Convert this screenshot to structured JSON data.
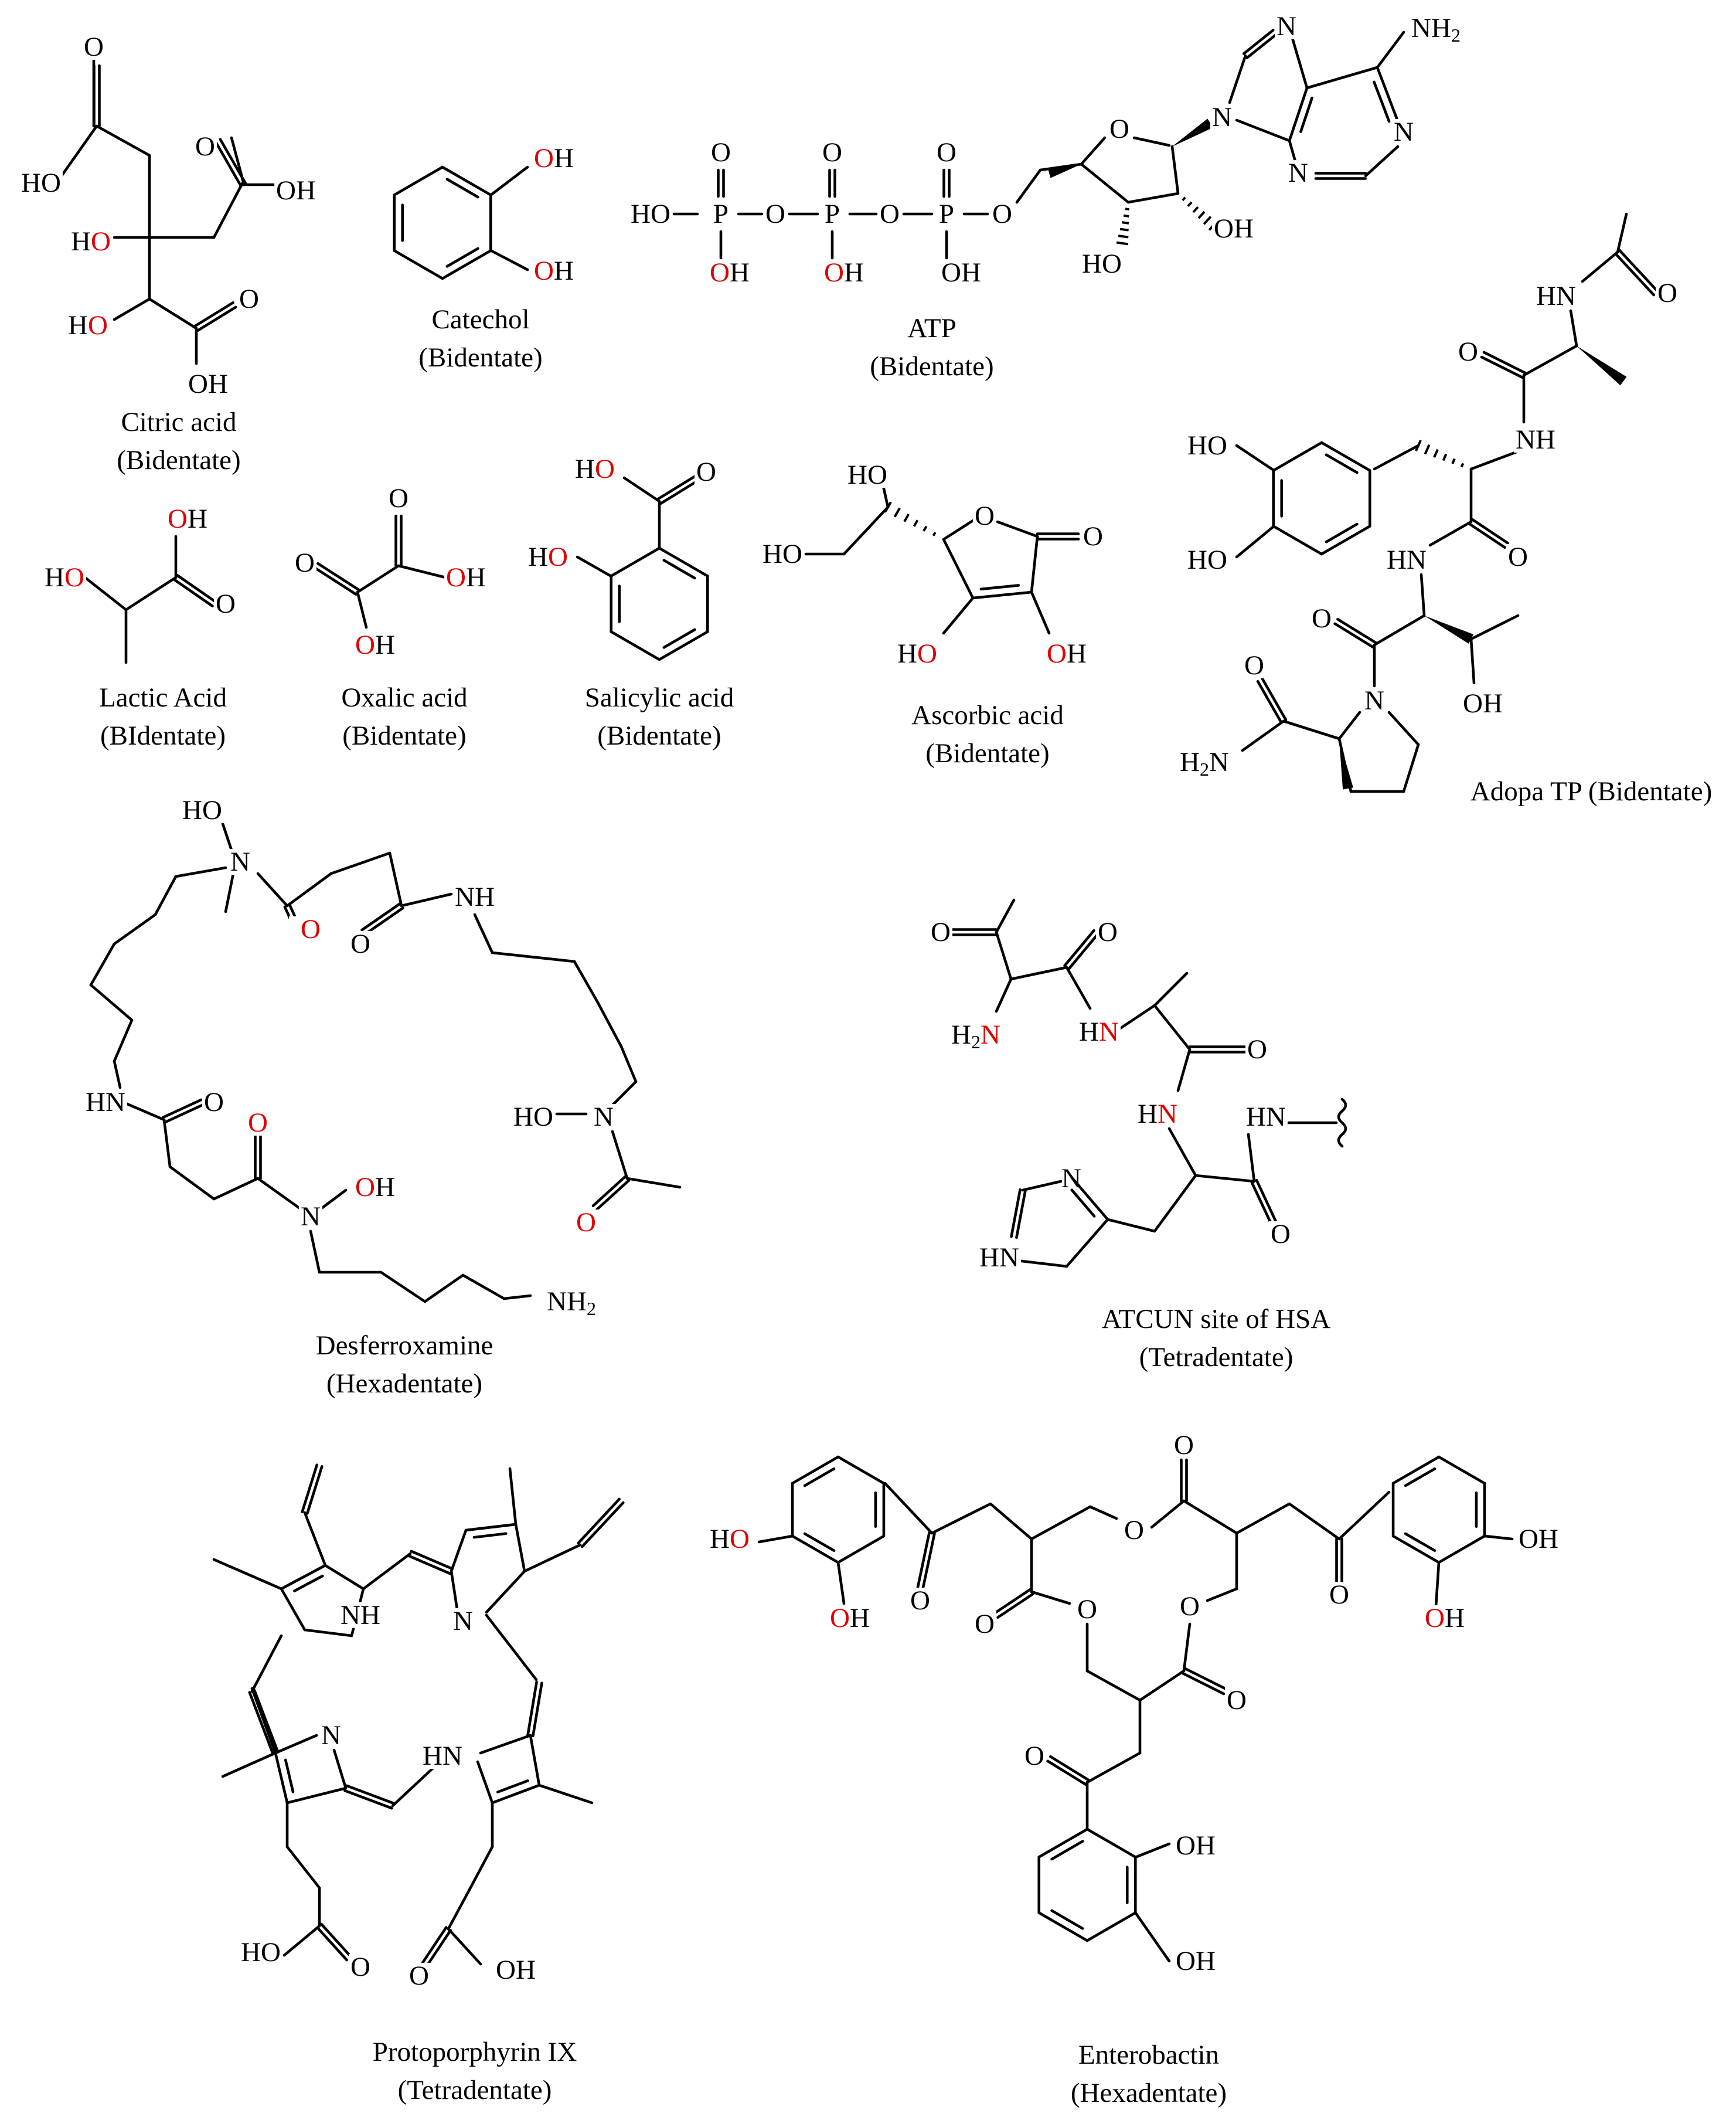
{
  "colors": {
    "bond": "#000000",
    "coordinating_atom": "#e00000",
    "background": "#ffffff"
  },
  "molecules": [
    {
      "name": "Citric acid",
      "denticity": "(Bidentate)"
    },
    {
      "name": "Catechol",
      "denticity": "(Bidentate)"
    },
    {
      "name": "ATP",
      "denticity": "(Bidentate)"
    },
    {
      "name": "Lactic Acid",
      "denticity": "(BIdentate)"
    },
    {
      "name": "Oxalic acid",
      "denticity": "(Bidentate)"
    },
    {
      "name": "Salicylic acid",
      "denticity": "(Bidentate)"
    },
    {
      "name": "Ascorbic acid",
      "denticity": "(Bidentate)"
    },
    {
      "name": "Adopa TP (Bidentate)",
      "denticity": ""
    },
    {
      "name": "Desferroxamine",
      "denticity": "(Hexadentate)"
    },
    {
      "name": "ATCUN site of HSA",
      "denticity": "(Tetradentate)"
    },
    {
      "name": "Protoporphyrin IX",
      "denticity": "(Tetradentate)"
    },
    {
      "name": "Enterobactin",
      "denticity": "(Hexadentate)"
    }
  ],
  "atoms": {
    "O": "O",
    "OH": "OH",
    "HO": "HO",
    "H": "H",
    "N": "N",
    "NH": "NH",
    "HN": "HN",
    "P": "P",
    "NH2": "NH",
    "sub2": "2"
  }
}
